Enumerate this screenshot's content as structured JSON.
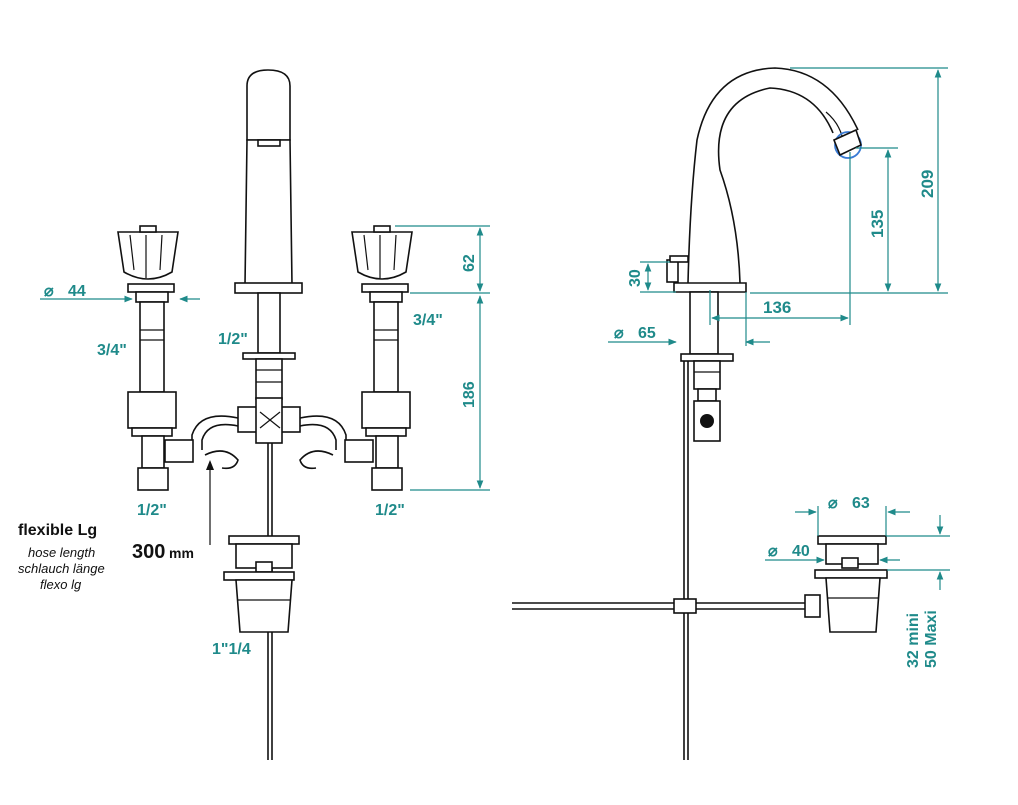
{
  "front_view": {
    "dim_diameter_left": "44",
    "thread_left_upper": "3/4\"",
    "thread_right_upper": "3/4\"",
    "thread_spout": "1/2\"",
    "thread_left_lower": "1/2\"",
    "thread_right_lower": "1/2\"",
    "dim_handle_height": "62",
    "dim_body_height": "186",
    "drain_thread": "1\"1/4",
    "hose_title": "flexible Lg",
    "hose_line1": "hose length",
    "hose_line2": "schlauch länge",
    "hose_line3": "flexo lg",
    "hose_length_value": "300",
    "hose_length_unit": "mm"
  },
  "side_view": {
    "dim_total_height": "209",
    "dim_spout_height": "135",
    "dim_reach": "136",
    "dim_base_height": "30",
    "dim_base_diameter": "65",
    "drain_diameter_top": "63",
    "drain_diameter_lower": "40",
    "dim_thickness_min": "32 mini",
    "dim_thickness_max": "50 Maxi"
  },
  "colors": {
    "dimension": "#1f8a8a",
    "outline": "#111111",
    "highlight_circle": "#3a7bd5"
  }
}
